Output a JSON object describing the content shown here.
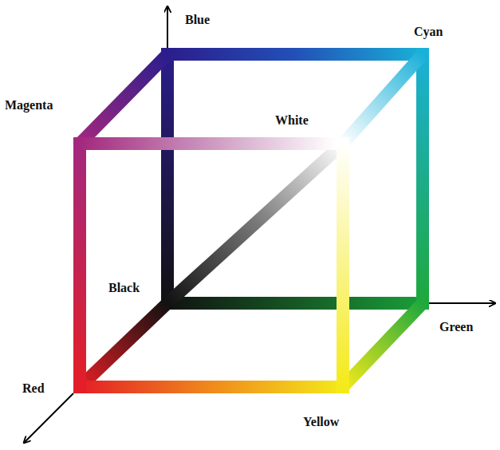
{
  "diagram": {
    "labels": [
      "Blue",
      "Cyan",
      "Magenta",
      "White",
      "Black",
      "Green",
      "Red",
      "Yellow"
    ]
  }
}
